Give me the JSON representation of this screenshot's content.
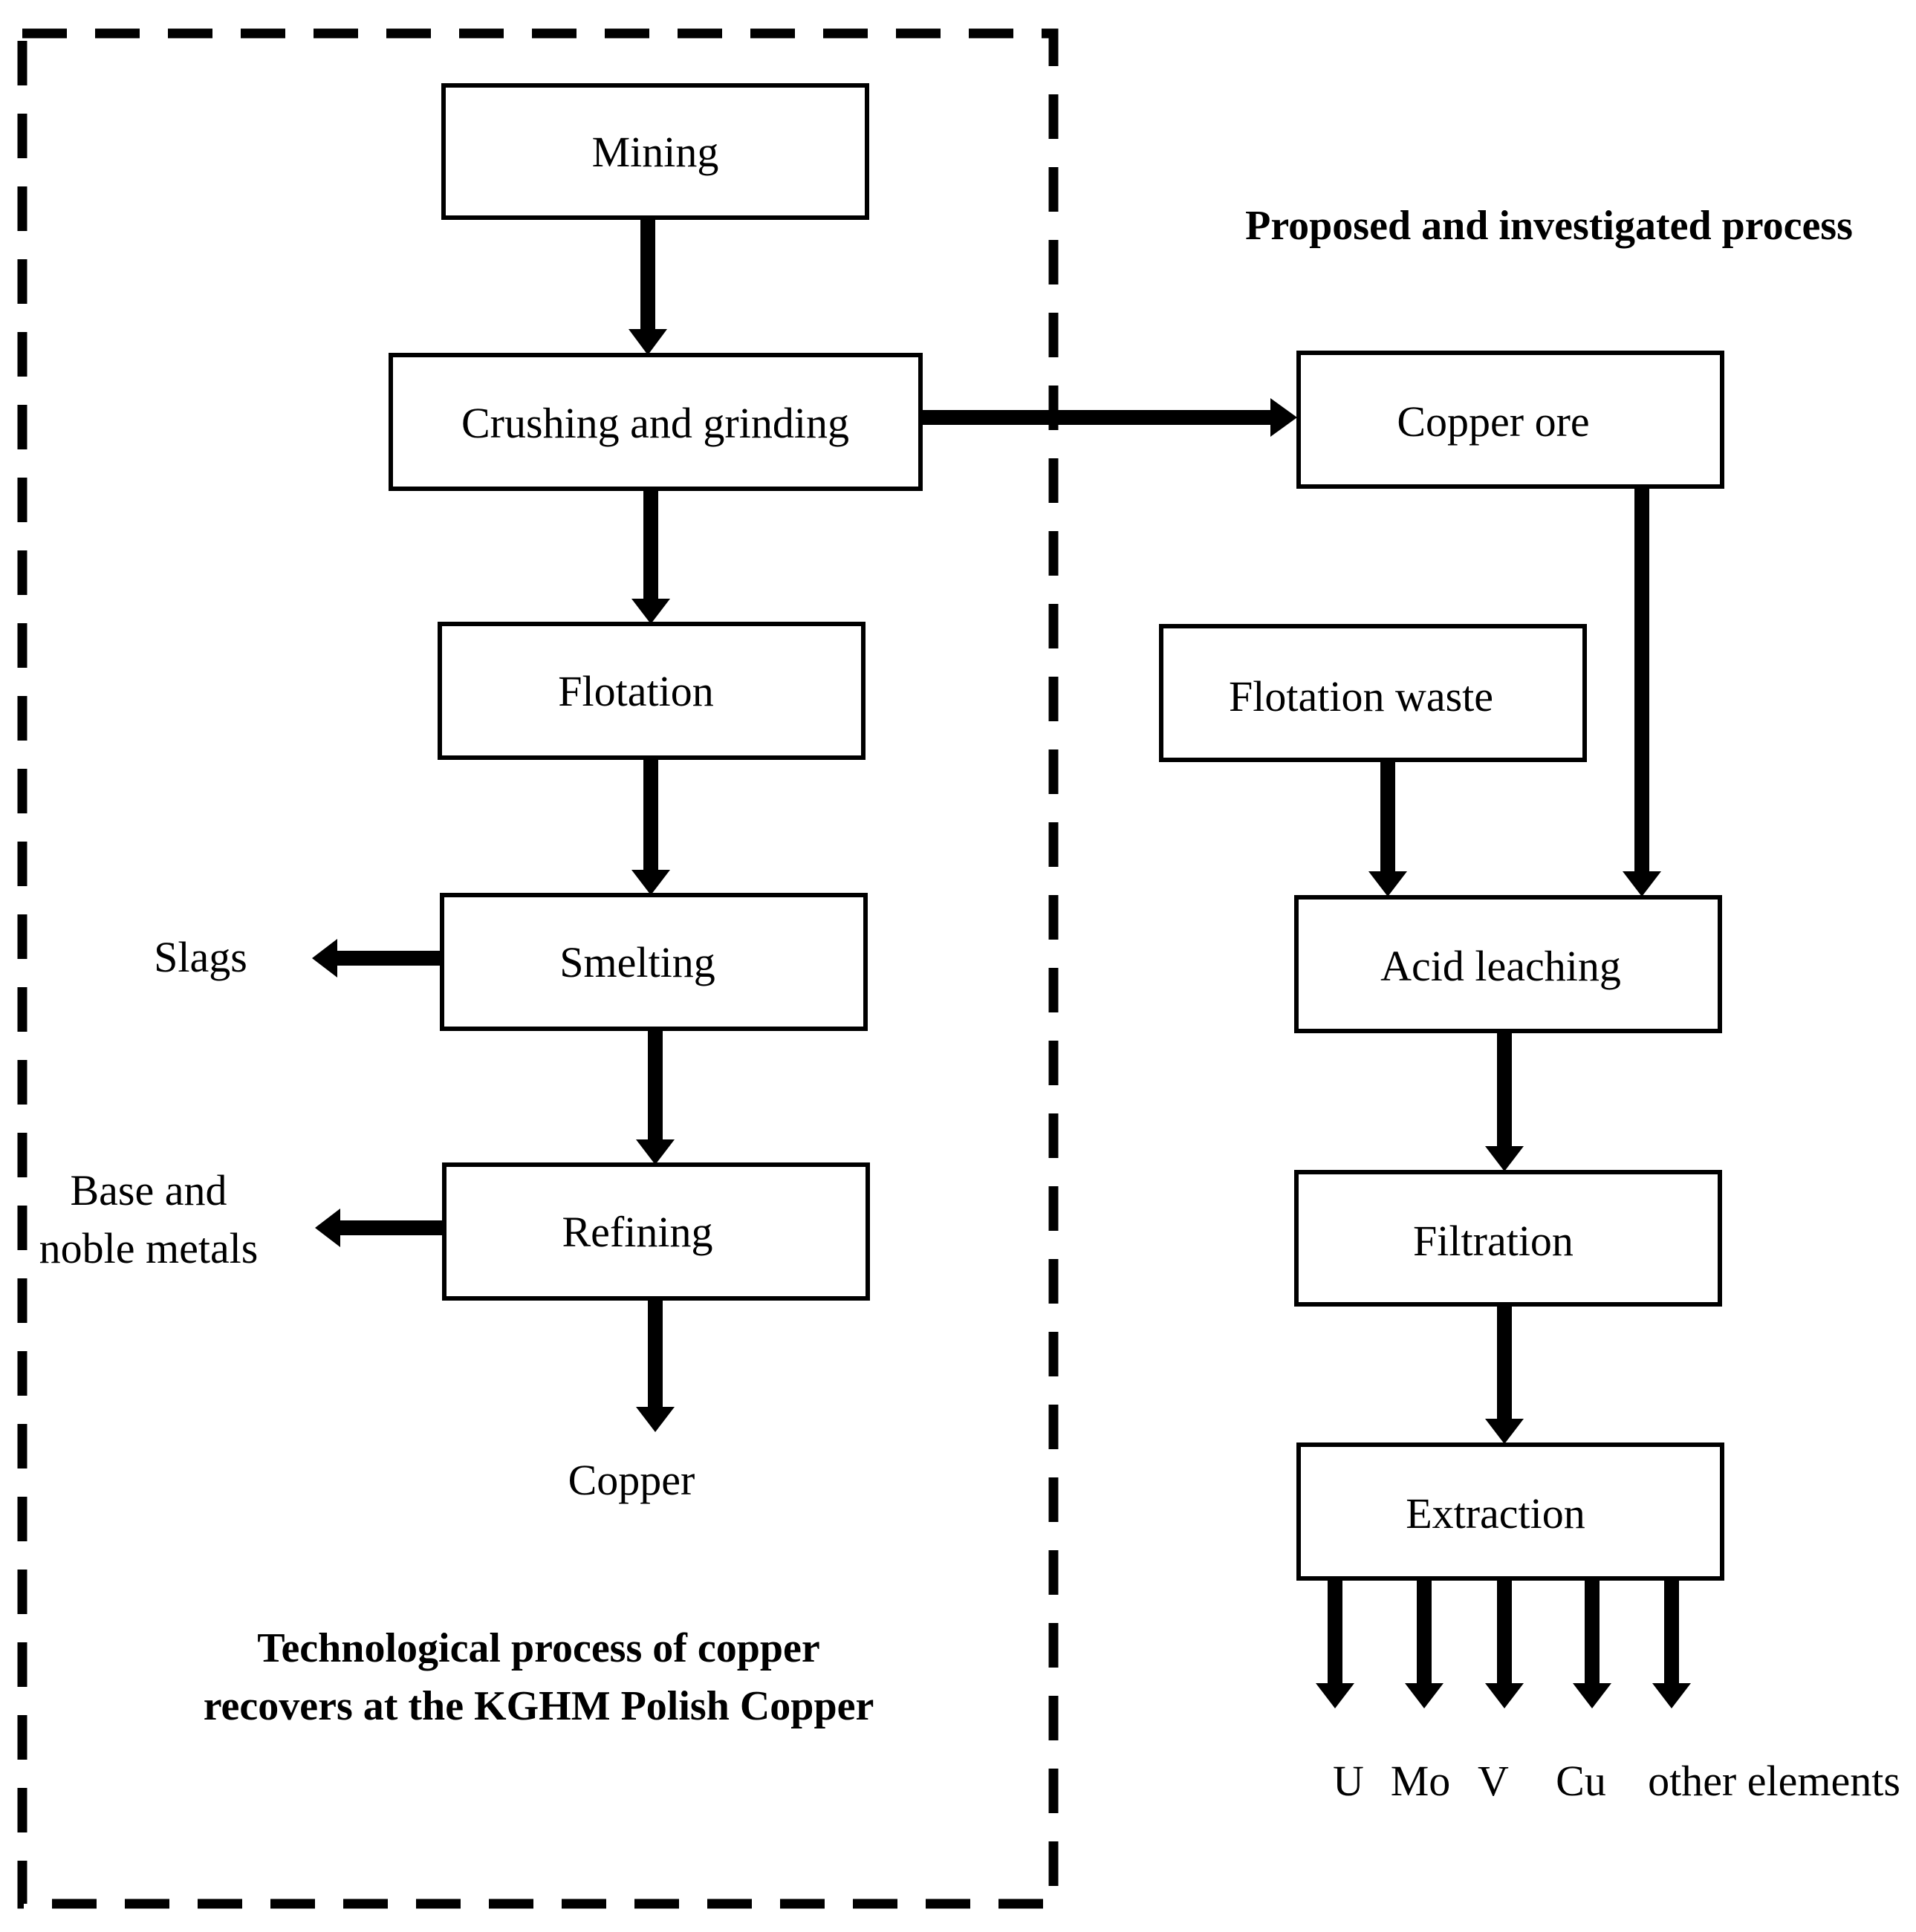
{
  "left_section": {
    "caption_line1": "Technological process of copper",
    "caption_line2": "recovers at the KGHM Polish Copper",
    "steps": {
      "mining": "Mining",
      "crushing": "Crushing and grinding",
      "flotation": "Flotation",
      "smelting": "Smelting",
      "refining": "Refining"
    },
    "outputs": {
      "slags": "Slags",
      "metals_line1": "Base and",
      "metals_line2": "noble metals",
      "copper": "Copper"
    }
  },
  "right_section": {
    "caption": "Proposed and investigated process",
    "steps": {
      "copper_ore": "Copper ore",
      "flotation_waste": "Flotation  waste",
      "acid_leaching": "Acid leaching",
      "filtration": "Filtration",
      "extraction": "Extraction"
    },
    "products": [
      "U",
      "Mo",
      "V",
      "Cu",
      "other elements"
    ]
  }
}
